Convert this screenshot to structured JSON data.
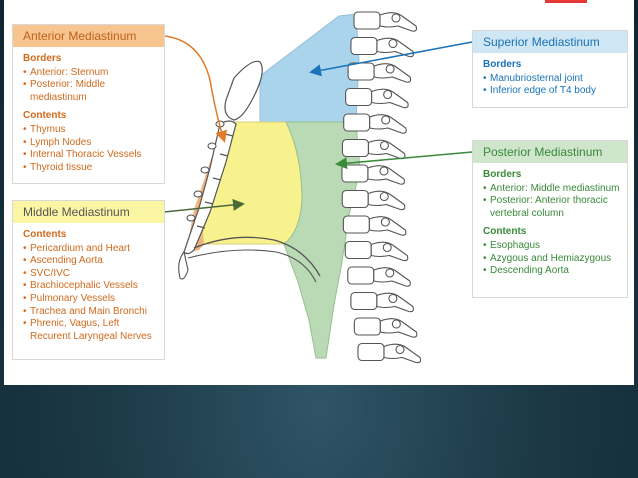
{
  "colors": {
    "superior": "#a9d4ec",
    "anterior": "#f2b27c",
    "middle": "#f7f28d",
    "posterior": "#b9dab4",
    "orange_text": "#d06a1e",
    "blue_text": "#1a73b8",
    "green_text": "#3a8a3a",
    "background": "#1d3a48"
  },
  "anterior": {
    "title": "Anterior Mediastinum",
    "borders_label": "Borders",
    "borders": [
      "Anterior: Sternum",
      "Posterior: Middle mediastinum"
    ],
    "contents_label": "Contents",
    "contents": [
      "Thymus",
      "Lymph Nodes",
      "Internal Thoracic Vessels",
      "Thyroid tissue"
    ]
  },
  "middle": {
    "title": "Middle Mediastinum",
    "contents_label": "Contents",
    "contents": [
      "Pericardium and Heart",
      "Ascending Aorta",
      "SVC/IVC",
      "Brachiocephalic Vessels",
      "Pulmonary Vessels",
      "Trachea and Main Bronchi",
      "Phrenic, Vagus, Left Recurent Laryngeal Nerves"
    ]
  },
  "superior": {
    "title": "Superior Mediastinum",
    "borders_label": "Borders",
    "borders": [
      "Manubriosternal joint",
      "Inferior edge of T4 body"
    ]
  },
  "posterior": {
    "title": "Posterior Mediastinum",
    "borders_label": "Borders",
    "borders": [
      "Anterior: Middle mediastinum",
      "Posterior: Anterior thoracic vertebral column"
    ],
    "contents_label": "Contents",
    "contents": [
      "Esophagus",
      "Azygous and Hemiazygous",
      "Descending Aorta"
    ]
  }
}
